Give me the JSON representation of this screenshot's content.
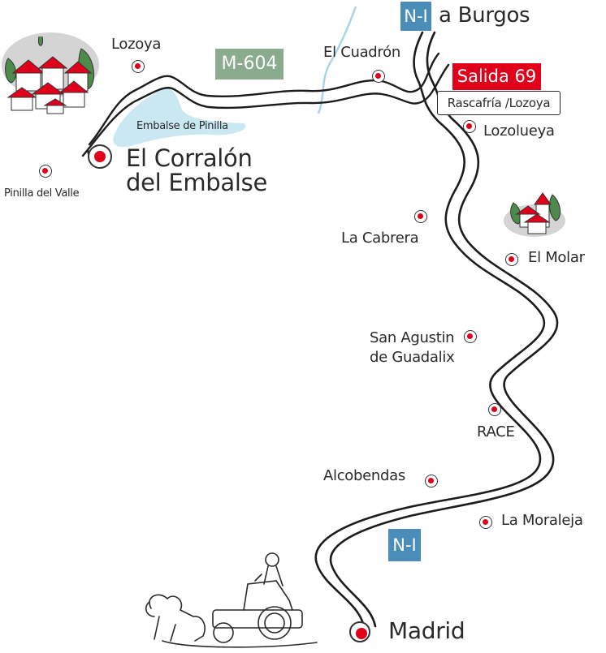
{
  "roads": {
    "n1_top": "N-I",
    "n1_bottom": "N-I",
    "m604": "M-604",
    "exit_label": "Salida 69",
    "exit_direction": "Rascafría /Lozoya",
    "to_burgos": "a Burgos"
  },
  "places": {
    "corralon": "El Corralón\ndel Embalse",
    "lozoya": "Lozoya",
    "pinilla_valle": "Pinilla del Valle",
    "embalse": "Embalse de Pinilla",
    "el_cuadron": "El Cuadrón",
    "lozoyuela": "Lozolueya",
    "la_cabrera": "La Cabrera",
    "el_molar": "El Molar",
    "san_agustin": "San Agustin\nde Guadalix",
    "race": "RACE",
    "alcobendas": "Alcobendas",
    "la_moraleja": "La Moraleja",
    "madrid": "Madrid"
  },
  "colors": {
    "road_badge_blue": "#4a8db8",
    "m604_green": "#8aab8e",
    "exit_red": "#e1001a",
    "water": "#c9e8f2",
    "ink": "#2a2a2a"
  },
  "icons": [
    "village-illustration",
    "church-village-illustration",
    "cibeles-fountain-illustration",
    "location-marker-icon"
  ]
}
